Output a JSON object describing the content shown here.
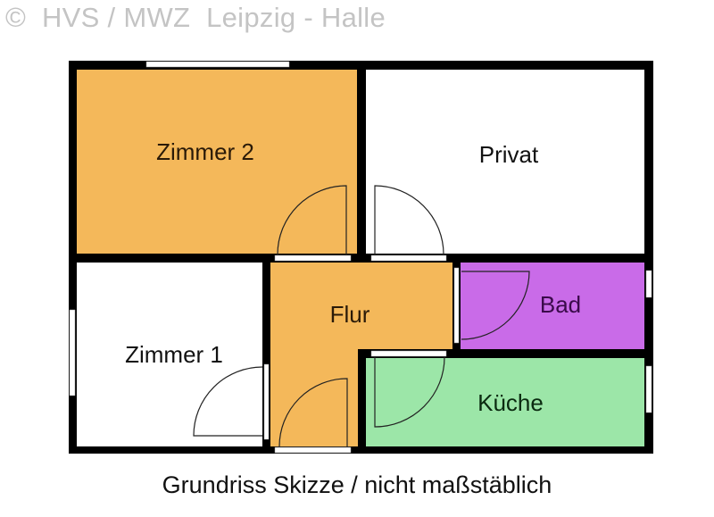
{
  "watermark": "©  HVS / MWZ  Leipzig - Halle",
  "caption": "Grundriss Skizze / nicht maßstäblich",
  "colors": {
    "wall": "#000000",
    "zimmer2": "#F4B85A",
    "flur": "#F4B85A",
    "privat": "#FFFFFF",
    "zimmer1": "#FFFFFF",
    "bad": "#C96BE8",
    "kueche": "#9CE6A8",
    "watermark": "#C4C4C4"
  },
  "rooms": [
    {
      "id": "zimmer2",
      "label": "Zimmer 2"
    },
    {
      "id": "privat",
      "label": "Privat"
    },
    {
      "id": "flur",
      "label": "Flur"
    },
    {
      "id": "bad",
      "label": "Bad"
    },
    {
      "id": "zimmer1",
      "label": "Zimmer 1"
    },
    {
      "id": "kueche",
      "label": "Küche"
    }
  ]
}
